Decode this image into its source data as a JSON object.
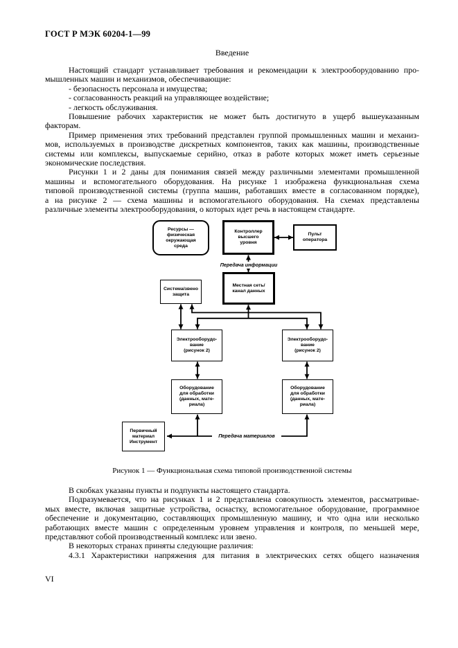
{
  "header": {
    "code": "ГОСТ Р МЭК 60204-1—99",
    "section_title": "Введение"
  },
  "intro_lines": [
    {
      "t": "Настоящий стандарт устанавливает требования и рекомендации к электрооборудованию про-",
      "i": 1,
      "j": 1
    },
    {
      "t": "мышленных машин и механизмов, обеспечивающие:"
    },
    {
      "t": "- безопасность персонала и имущества;",
      "i": 1
    },
    {
      "t": "- согласованность реакций на управляющее воздействие;",
      "i": 1
    },
    {
      "t": "- легкость обслуживания.",
      "i": 1
    },
    {
      "t": "Повышение рабочих характеристик не может быть достигнуто в ущерб вышеуказанным",
      "i": 1,
      "j": 1
    },
    {
      "t": "факторам."
    },
    {
      "t": "Пример применения этих требований представлен группой промышленных машин и механиз-",
      "i": 1,
      "j": 1
    },
    {
      "t": "мов, используемых в производстве дискретных компонентов, таких как машины, производственные",
      "j": 1
    },
    {
      "t": "системы или комплексы, выпускаемые серийно, отказ в работе которых может иметь серьезные",
      "j": 1
    },
    {
      "t": "экономические последствия."
    },
    {
      "t": "Рисунки 1 и 2 даны для понимания связей между различными элементами промышленной",
      "i": 1,
      "j": 1
    },
    {
      "t": "машины и вспомогательного оборудования. На рисунке 1 изображена функциональная схема",
      "j": 1
    },
    {
      "t": "типовой производственной системы (группа машин, работавших вместе в согласованном порядке),",
      "j": 1
    },
    {
      "t": "а на рисунке 2 — схема машины и вспомогательного оборудования. На схемах представлены",
      "j": 1
    },
    {
      "t": "различные элементы электрооборудования, о которых идет речь в настоящем стандарте."
    }
  ],
  "figure": {
    "caption": "Рисунок 1 — Функциональная схема типовой производственной системы",
    "info_flow_label": "Передача информации",
    "material_flow_label": "Передача материалов",
    "boxes": {
      "resources": {
        "lines": [
          "Ресурсы —",
          "физическая",
          "окружающая",
          "среда"
        ]
      },
      "controller": {
        "lines": [
          "Контроллер",
          "высшего",
          "уровня"
        ]
      },
      "operator": {
        "lines": [
          "Пульт",
          "оператора"
        ]
      },
      "network": {
        "lines": [
          "Местная сеть/",
          "канал данных"
        ]
      },
      "guard": {
        "lines": [
          "Система/звено",
          "защита"
        ]
      },
      "elec_left": {
        "lines": [
          "Электрооборудо-",
          "вание",
          "(рисунок 2)"
        ]
      },
      "elec_right": {
        "lines": [
          "Электрооборудо-",
          "вание",
          "(рисунок 2)"
        ]
      },
      "proc_left": {
        "lines": [
          "Оборудование",
          "для обработки",
          "(данных, мате-",
          "риала)"
        ]
      },
      "proc_right": {
        "lines": [
          "Оборудование",
          "для обработки",
          "(данных, мате-",
          "риала)"
        ]
      },
      "material": {
        "lines": [
          "Первичный",
          "материал",
          "Инструмент"
        ]
      }
    }
  },
  "closing_lines": [
    {
      "t": "В скобках указаны пункты и подпункты настоящего стандарта.",
      "i": 1
    },
    {
      "t": "Подразумевается, что на рисунках 1 и 2 представлена совокупность элементов, рассматривае-",
      "i": 1,
      "j": 1
    },
    {
      "t": "мых вместе, включая защитные устройства, оснастку, вспомогательное оборудование, программное",
      "j": 1
    },
    {
      "t": "обеспечение и документацию, составляющих промышленную машину, и что одна или несколько",
      "j": 1
    },
    {
      "t": "работающих вместе машин с определенным уровнем управления и контроля, по меньшей мере,",
      "j": 1
    },
    {
      "t": "представляют собой производственный комплекс или звено."
    },
    {
      "t": "В некоторых странах приняты следующие различия:",
      "i": 1
    },
    {
      "t": "4.3.1 Характеристики напряжения для питания в электрических сетях общего назначения",
      "i": 1,
      "j": 1
    }
  ],
  "page_number": "VI",
  "colors": {
    "ink": "#000000",
    "paper": "#ffffff"
  }
}
